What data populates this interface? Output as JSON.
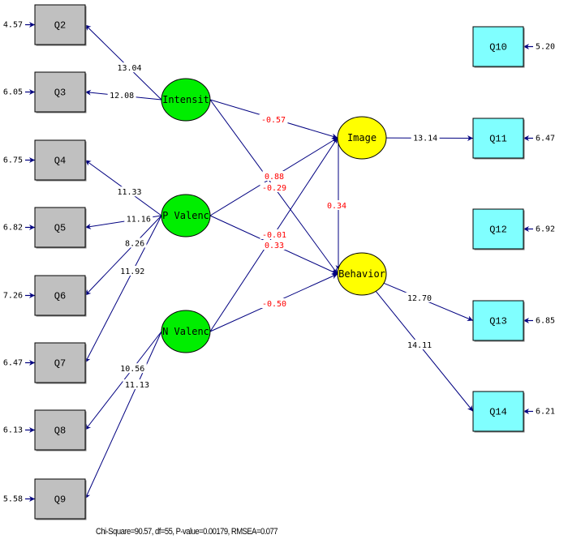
{
  "colors": {
    "exogenous_latent": "#00ee00",
    "endogenous_latent": "#ffff00",
    "exo_indicator": "#c0c0c0",
    "endo_indicator": "#80ffff",
    "path_line": "#000080",
    "structural_coef": "#ff0000",
    "loading_coef": "#000000"
  },
  "latents": [
    {
      "id": "intensit",
      "label": "Intensit",
      "type": "exogenous"
    },
    {
      "id": "pvalenc",
      "label": "P Valenc",
      "type": "exogenous"
    },
    {
      "id": "nvalenc",
      "label": "N Valenc",
      "type": "exogenous"
    },
    {
      "id": "image",
      "label": "Image",
      "type": "endogenous"
    },
    {
      "id": "behavior",
      "label": "Behavior",
      "type": "endogenous"
    }
  ],
  "indicators": [
    {
      "id": "Q2",
      "label": "Q2",
      "error": "4.57",
      "side": "left"
    },
    {
      "id": "Q3",
      "label": "Q3",
      "error": "6.05",
      "side": "left"
    },
    {
      "id": "Q4",
      "label": "Q4",
      "error": "6.75",
      "side": "left"
    },
    {
      "id": "Q5",
      "label": "Q5",
      "error": "6.82",
      "side": "left"
    },
    {
      "id": "Q6",
      "label": "Q6",
      "error": "7.26",
      "side": "left"
    },
    {
      "id": "Q7",
      "label": "Q7",
      "error": "6.47",
      "side": "left"
    },
    {
      "id": "Q8",
      "label": "Q8",
      "error": "6.13",
      "side": "left"
    },
    {
      "id": "Q9",
      "label": "Q9",
      "error": "5.58",
      "side": "left"
    },
    {
      "id": "Q10",
      "label": "Q10",
      "error": "5.20",
      "side": "right"
    },
    {
      "id": "Q11",
      "label": "Q11",
      "error": "6.47",
      "side": "right"
    },
    {
      "id": "Q12",
      "label": "Q12",
      "error": "6.92",
      "side": "right"
    },
    {
      "id": "Q13",
      "label": "Q13",
      "error": "6.85",
      "side": "right"
    },
    {
      "id": "Q14",
      "label": "Q14",
      "error": "6.21",
      "side": "right"
    }
  ],
  "loadings": [
    {
      "from": "intensit",
      "to": "Q2",
      "value": "13.04"
    },
    {
      "from": "intensit",
      "to": "Q3",
      "value": "12.08"
    },
    {
      "from": "pvalenc",
      "to": "Q4",
      "value": "11.33"
    },
    {
      "from": "pvalenc",
      "to": "Q5",
      "value": "11.16"
    },
    {
      "from": "pvalenc",
      "to": "Q6",
      "value": "8.26"
    },
    {
      "from": "pvalenc",
      "to": "Q7",
      "value": "11.92"
    },
    {
      "from": "nvalenc",
      "to": "Q8",
      "value": "10.56"
    },
    {
      "from": "nvalenc",
      "to": "Q9",
      "value": "11.13"
    },
    {
      "from": "image",
      "to": "Q11",
      "value": "13.14"
    },
    {
      "from": "behavior",
      "to": "Q13",
      "value": "12.70"
    },
    {
      "from": "behavior",
      "to": "Q14",
      "value": "14.11"
    }
  ],
  "structural_paths": [
    {
      "from": "intensit",
      "to": "image",
      "value": "-0.57"
    },
    {
      "from": "intensit",
      "to": "behavior",
      "value": "0.88"
    },
    {
      "from": "pvalenc",
      "to": "image",
      "value": "-0.29"
    },
    {
      "from": "pvalenc",
      "to": "behavior",
      "value": "0.33"
    },
    {
      "from": "nvalenc",
      "to": "image",
      "value": "-0.01"
    },
    {
      "from": "nvalenc",
      "to": "behavior",
      "value": "-0.50"
    },
    {
      "from": "image",
      "to": "behavior",
      "value": "0.34"
    }
  ],
  "fit_statistics": {
    "text": "Chi-Square=90.57, df=55, P-value=0.00179, RMSEA=0.077",
    "chi_square": "90.57",
    "df": "55",
    "p_value": "0.00179",
    "rmsea": "0.077"
  }
}
